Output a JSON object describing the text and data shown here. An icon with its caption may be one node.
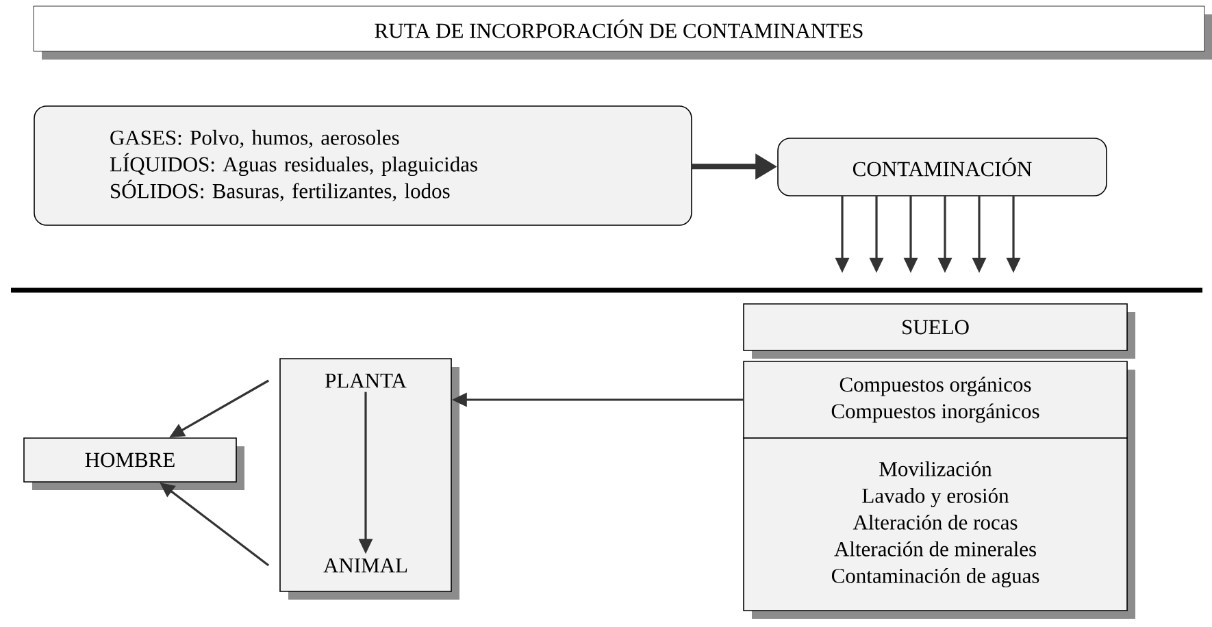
{
  "diagram": {
    "title": "RUTA DE INCORPORACIÓN DE CONTAMINANTES",
    "nodes": [
      {
        "text": [
          "GASES: Polvo, humos, aerosoles",
          "LÍQUIDOS: Aguas residuales, plaguicidas",
          "SÓLIDOS: Basuras, fertilizantes, lodos"
        ]
      },
      {
        "text": [
          "CONTAMINACIÓN"
        ]
      },
      {
        "text": [
          "SUELO"
        ]
      },
      {
        "text": [
          "Compuestos orgánicos",
          "Compuestos inorgánicos"
        ]
      },
      {
        "text": [
          "Movilización",
          "Lavado y erosión",
          "Alteración de rocas",
          "Alteración de minerales",
          "Contaminación de aguas"
        ]
      },
      {
        "text": [],
        "shape": "box"
      },
      {
        "text": [
          "PLANTA"
        ],
        "in": 5
      },
      {
        "text": [
          "ANIMAL"
        ],
        "in": 5
      },
      {
        "text": [
          "HOMBRE"
        ]
      }
    ],
    "edges": [
      {
        "from": 0,
        "to": 1,
        "arrow": "to",
        "style": "thick"
      },
      {
        "from": 1,
        "to": null,
        "arrow": "to"
      },
      {
        "from": 1,
        "to": null,
        "arrow": "to"
      },
      {
        "from": 1,
        "to": null,
        "arrow": "to"
      },
      {
        "from": 1,
        "to": null,
        "arrow": "to"
      },
      {
        "from": 1,
        "to": null,
        "arrow": "to"
      },
      {
        "from": 1,
        "to": null,
        "arrow": "to"
      },
      {
        "from": 3,
        "to": 5,
        "arrow": "to"
      },
      {
        "from": 6,
        "to": 7,
        "arrow": "to"
      },
      {
        "from": 6,
        "to": 8,
        "arrow": "to"
      },
      {
        "from": 7,
        "to": 8,
        "arrow": "to"
      }
    ]
  }
}
